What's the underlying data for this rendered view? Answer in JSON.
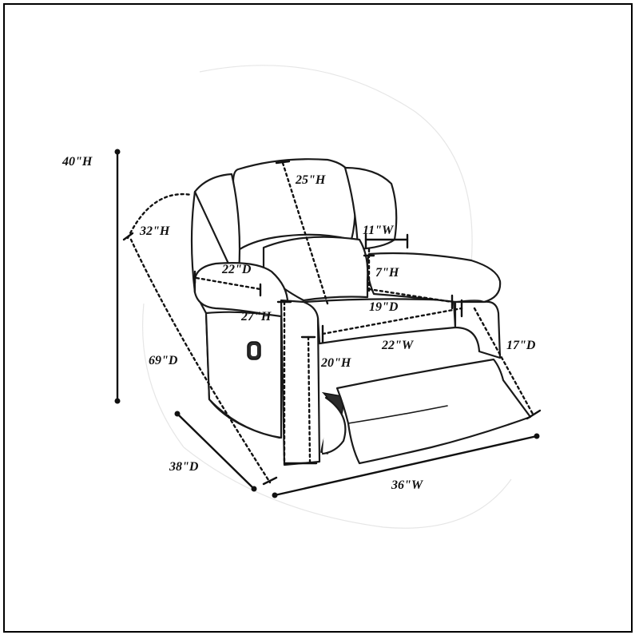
{
  "dimensions": {
    "overall_height": "40\"H",
    "back_height": "25\"H",
    "arm_width": "11\"W",
    "arm_back_height": "32\"H",
    "seat_side_depth": "22\"D",
    "arm_height": "7\"H",
    "seat_depth": "19\"D",
    "seat_height_side": "27\"H",
    "seat_width": "22\"W",
    "footrest_depth": "17\"D",
    "reclined_depth": "69\"D",
    "seat_height": "20\"H",
    "depth": "38\"D",
    "width": "36\"W"
  },
  "colors": {
    "line": "#111111",
    "background": "#ffffff"
  },
  "icons": {
    "recline_handle": "recline-lever-icon"
  }
}
